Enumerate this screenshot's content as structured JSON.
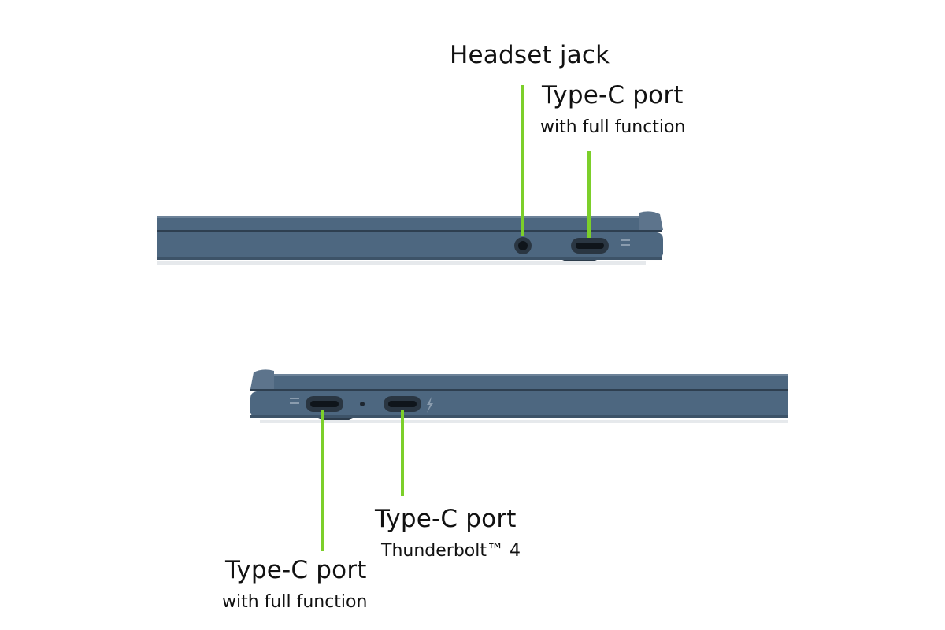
{
  "colors": {
    "accent_line": "#7ccf2a",
    "chassis": "#4d6780",
    "chassis_dark": "#34485c",
    "chassis_light": "#6d8399",
    "port": "#1d2630",
    "background": "#ffffff"
  },
  "top_view": {
    "headset_jack": {
      "title": "Headset jack"
    },
    "type_c_port": {
      "title": "Type-C port",
      "subtitle": "with full function"
    }
  },
  "bottom_view": {
    "type_c_port_thunderbolt": {
      "title": "Type-C port",
      "subtitle": "Thunderbolt™ 4"
    },
    "type_c_port_full": {
      "title": "Type-C port",
      "subtitle": "with full function"
    }
  },
  "icons": [
    "headset-jack-icon",
    "usb-c-port-icon",
    "thunderbolt-icon",
    "led-indicator-icon"
  ]
}
